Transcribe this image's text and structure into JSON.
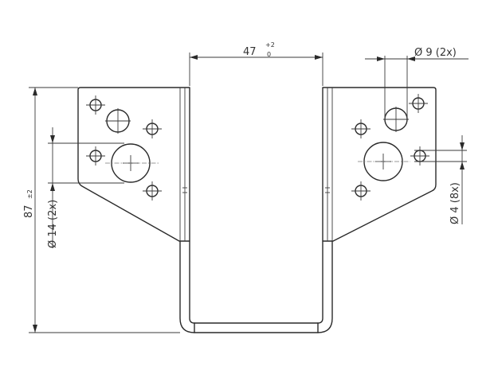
{
  "dimensions": {
    "width_nominal": "47",
    "width_tol_upper": "+2",
    "width_tol_lower": "0",
    "small_hole": "Ø 9 (2x)",
    "micro_hole": "Ø 4 (8x)",
    "large_hole": "Ø 14 (2x)",
    "height_nominal": "87",
    "height_tol": "±2"
  }
}
